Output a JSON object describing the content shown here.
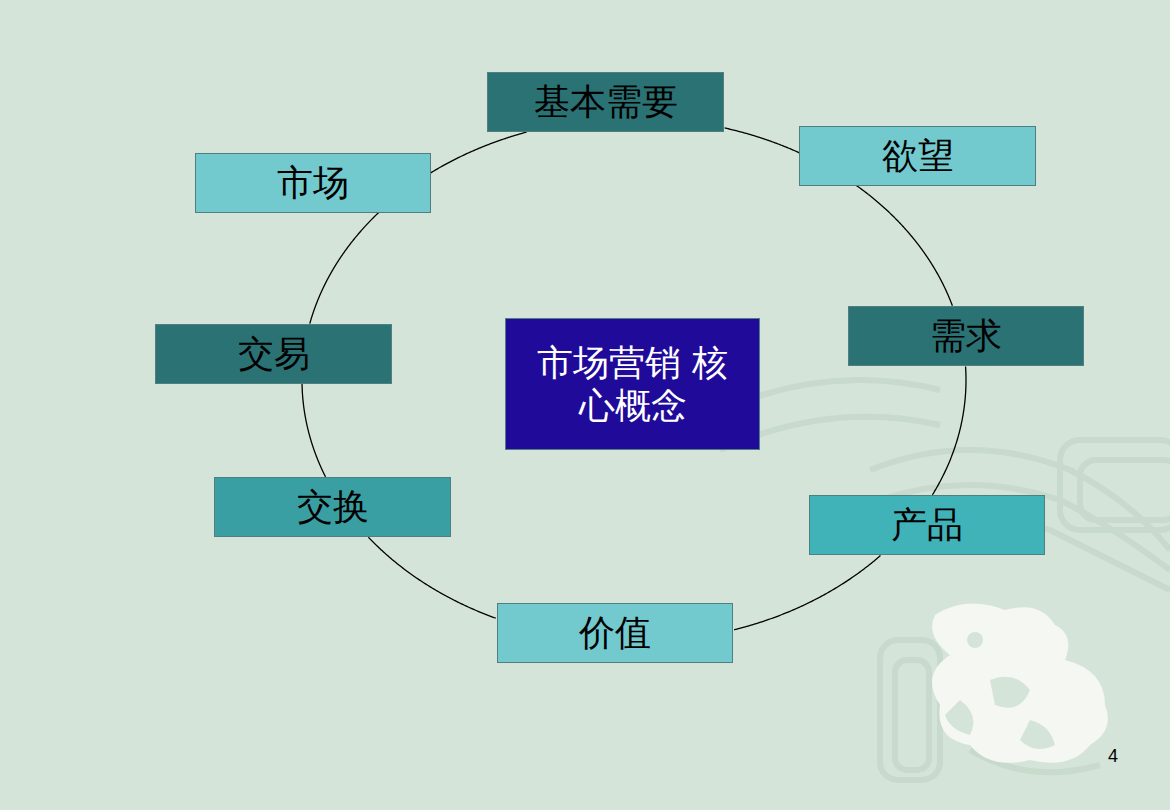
{
  "diagram": {
    "nodes": [
      {
        "text": [
          "基本需要"
        ]
      },
      {
        "text": [
          "欲望"
        ]
      },
      {
        "text": [
          "需求"
        ]
      },
      {
        "text": [
          "产品"
        ]
      },
      {
        "text": [
          "价值"
        ]
      },
      {
        "text": [
          "交换"
        ]
      },
      {
        "text": [
          "交易"
        ]
      },
      {
        "text": [
          "市场"
        ]
      },
      {
        "text": [
          "市场营销 核心概念"
        ]
      }
    ],
    "edges": [
      {
        "from": 0,
        "to": 1,
        "arrow": "none"
      },
      {
        "from": 1,
        "to": 2,
        "arrow": "none"
      },
      {
        "from": 2,
        "to": 3,
        "arrow": "none"
      },
      {
        "from": 3,
        "to": 4,
        "arrow": "none"
      },
      {
        "from": 4,
        "to": 5,
        "arrow": "none"
      },
      {
        "from": 5,
        "to": 6,
        "arrow": "none"
      },
      {
        "from": 6,
        "to": 7,
        "arrow": "none"
      },
      {
        "from": 7,
        "to": 0,
        "arrow": "none"
      }
    ],
    "labels": [
      "4"
    ]
  }
}
